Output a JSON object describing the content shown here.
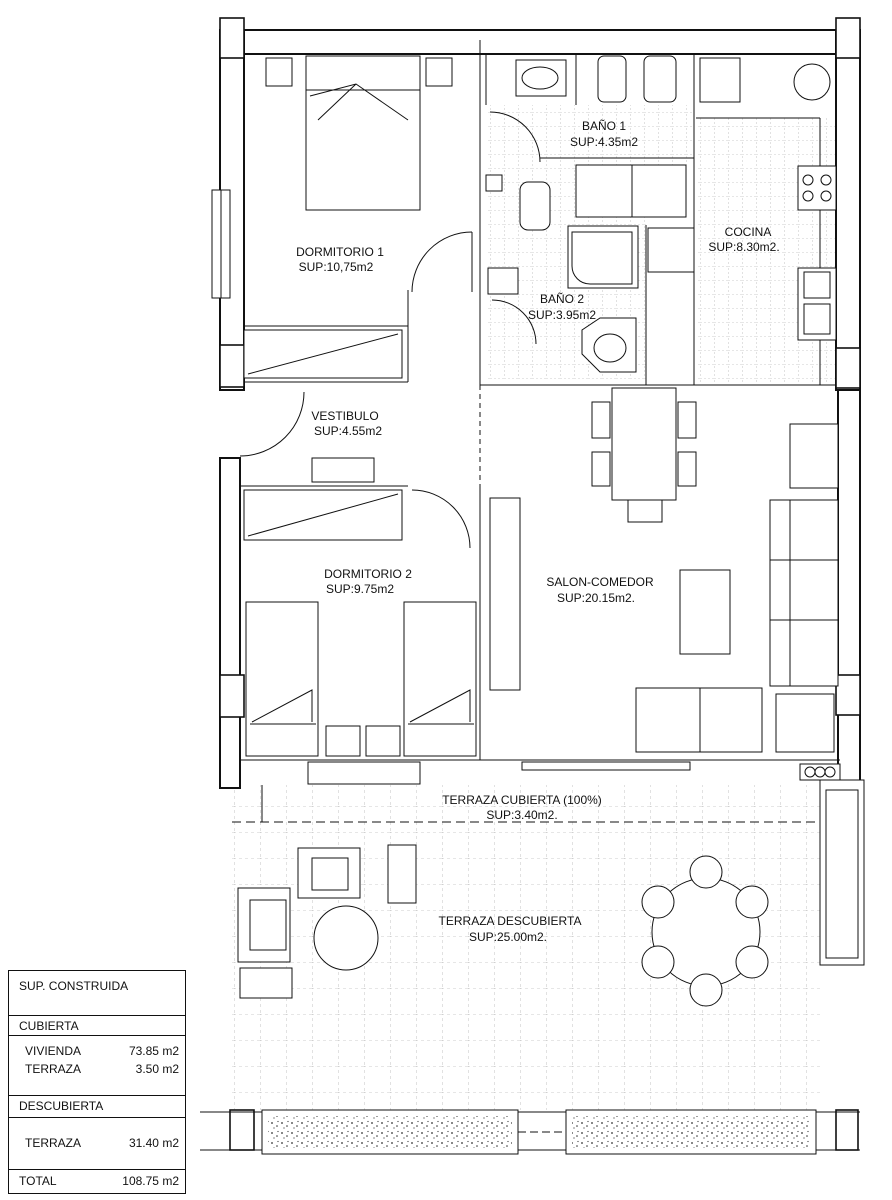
{
  "rooms": {
    "dormitorio1": {
      "name": "DORMITORIO 1",
      "area": "SUP:10,75m2"
    },
    "bano1": {
      "name": "BAÑO 1",
      "area": "SUP:4.35m2"
    },
    "bano2": {
      "name": "BAÑO 2",
      "area": "SUP:3.95m2"
    },
    "cocina": {
      "name": "COCINA",
      "area": "SUP:8.30m2."
    },
    "vestibulo": {
      "name": "VESTIBULO",
      "area": "SUP:4.55m2"
    },
    "dormitorio2": {
      "name": "DORMITORIO 2",
      "area": "SUP:9.75m2"
    },
    "salon": {
      "name": "SALON-COMEDOR",
      "area": "SUP:20.15m2."
    },
    "terraza_cubierta": {
      "name": "TERRAZA CUBIERTA (100%)",
      "area": "SUP:3.40m2."
    },
    "terraza_descubierta": {
      "name": "TERRAZA DESCUBIERTA",
      "area": "SUP:25.00m2."
    }
  },
  "summary": {
    "title": "SUP.  CONSTRUIDA",
    "cubierta_header": "CUBIERTA",
    "vivienda_label": "VIVIENDA",
    "vivienda_value": "73.85  m2",
    "terraza_label": "TERRAZA",
    "terraza_value": "3.50  m2",
    "descubierta_header": "DESCUBIERTA",
    "terraza_desc_label": "TERRAZA",
    "terraza_desc_value": "31.40  m2",
    "total_label": "TOTAL",
    "total_value": "108.75  m2"
  }
}
